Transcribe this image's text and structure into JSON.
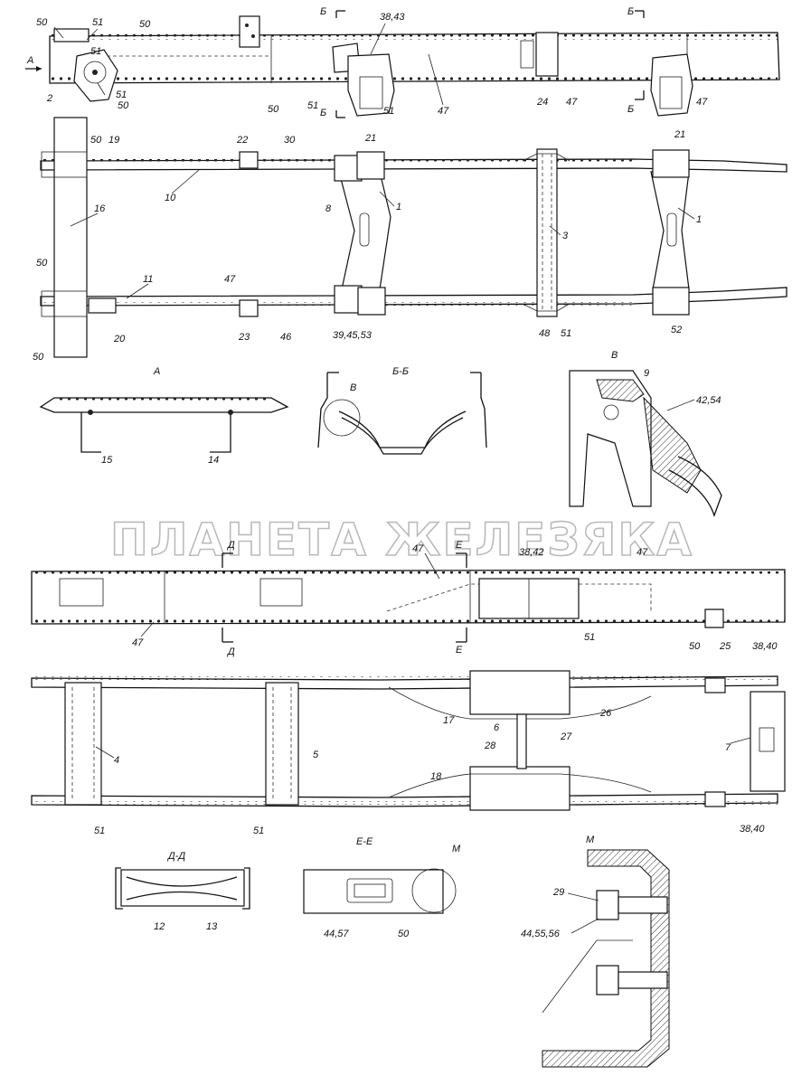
{
  "watermark": "ПЛАНЕТА ЖЕЛЕЗЯКА",
  "views": {
    "a": "А",
    "bb": "Б-Б",
    "v": "В",
    "dd": "Д-Д",
    "ee": "Е-Е",
    "m": "М"
  },
  "section_marks": {
    "a_arrow": "А",
    "b": "Б",
    "v_circle": "В",
    "d": "Д",
    "e": "Е",
    "m_circle": "М"
  },
  "callouts": {
    "top": [
      "50",
      "51",
      "50",
      "2",
      "51",
      "50",
      "51",
      "50",
      "38,43",
      "51",
      "51",
      "47",
      "24",
      "47",
      "47"
    ],
    "frame1": [
      "50",
      "19",
      "22",
      "30",
      "21",
      "21",
      "10",
      "8",
      "1",
      "1",
      "16",
      "3",
      "50",
      "11",
      "47",
      "50",
      "20",
      "23",
      "46",
      "39,45,53",
      "48",
      "51",
      "52"
    ],
    "view_a": [
      "15",
      "14"
    ],
    "view_v": [
      "9",
      "42,54"
    ],
    "frame2": [
      "47",
      "38,42",
      "47",
      "47",
      "51",
      "50",
      "25",
      "38,40"
    ],
    "frame3": [
      "17",
      "26",
      "6",
      "28",
      "27",
      "7",
      "4",
      "5",
      "18",
      "51",
      "51",
      "38,40"
    ],
    "view_dd": [
      "12",
      "13"
    ],
    "view_ee": [
      "44,57",
      "50"
    ],
    "view_m": [
      "29",
      "44,55,56"
    ]
  }
}
